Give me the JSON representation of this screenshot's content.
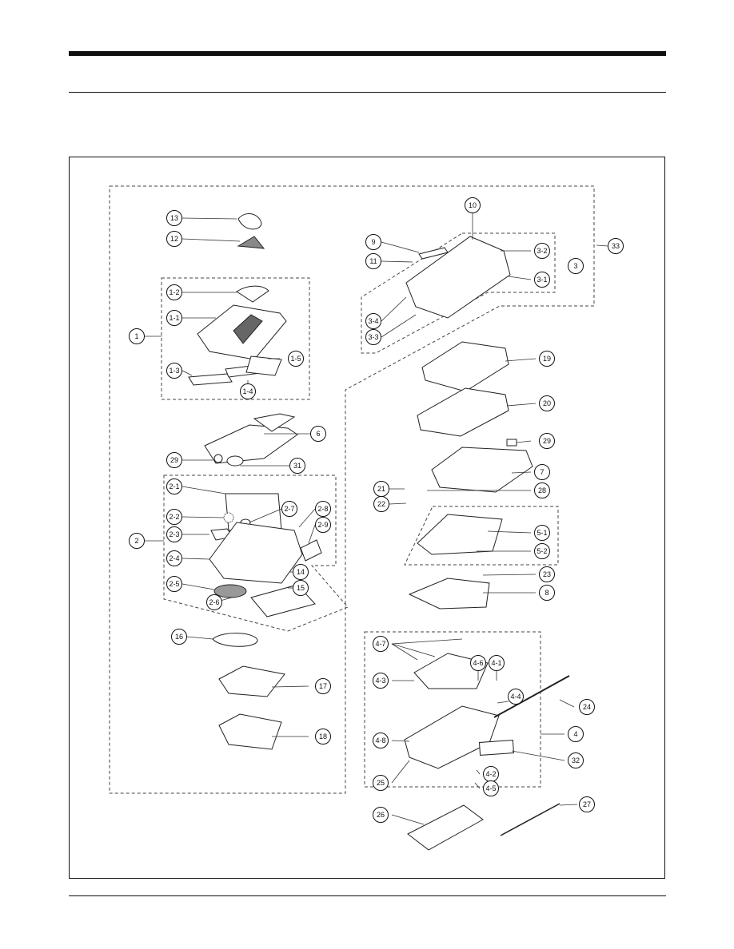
{
  "diagram": {
    "callouts": [
      {
        "id": "c-13",
        "label": "13"
      },
      {
        "id": "c-12",
        "label": "12"
      },
      {
        "id": "c-1-2",
        "label": "1-2"
      },
      {
        "id": "c-1-1",
        "label": "1-1"
      },
      {
        "id": "c-1",
        "label": "1"
      },
      {
        "id": "c-1-3",
        "label": "1-3"
      },
      {
        "id": "c-1-5",
        "label": "1-5"
      },
      {
        "id": "c-1-4",
        "label": "1-4"
      },
      {
        "id": "c-6",
        "label": "6"
      },
      {
        "id": "c-29a",
        "label": "29"
      },
      {
        "id": "c-31",
        "label": "31"
      },
      {
        "id": "c-2-1",
        "label": "2-1"
      },
      {
        "id": "c-2-2",
        "label": "2-2"
      },
      {
        "id": "c-2-7",
        "label": "2-7"
      },
      {
        "id": "c-2-8",
        "label": "2-8"
      },
      {
        "id": "c-2-3",
        "label": "2-3"
      },
      {
        "id": "c-2-9",
        "label": "2-9"
      },
      {
        "id": "c-2",
        "label": "2"
      },
      {
        "id": "c-2-4",
        "label": "2-4"
      },
      {
        "id": "c-14",
        "label": "14"
      },
      {
        "id": "c-2-5",
        "label": "2-5"
      },
      {
        "id": "c-15",
        "label": "15"
      },
      {
        "id": "c-2-6",
        "label": "2-6"
      },
      {
        "id": "c-16",
        "label": "16"
      },
      {
        "id": "c-17",
        "label": "17"
      },
      {
        "id": "c-18",
        "label": "18"
      },
      {
        "id": "c-10",
        "label": "10"
      },
      {
        "id": "c-9",
        "label": "9"
      },
      {
        "id": "c-33",
        "label": "33"
      },
      {
        "id": "c-3-2",
        "label": "3-2"
      },
      {
        "id": "c-11",
        "label": "11"
      },
      {
        "id": "c-3",
        "label": "3"
      },
      {
        "id": "c-3-1",
        "label": "3-1"
      },
      {
        "id": "c-3-4",
        "label": "3-4"
      },
      {
        "id": "c-3-3",
        "label": "3-3"
      },
      {
        "id": "c-19",
        "label": "19"
      },
      {
        "id": "c-20",
        "label": "20"
      },
      {
        "id": "c-29b",
        "label": "29"
      },
      {
        "id": "c-7",
        "label": "7"
      },
      {
        "id": "c-21",
        "label": "21"
      },
      {
        "id": "c-28",
        "label": "28"
      },
      {
        "id": "c-22",
        "label": "22"
      },
      {
        "id": "c-5-1",
        "label": "5-1"
      },
      {
        "id": "c-5-2",
        "label": "5-2"
      },
      {
        "id": "c-23",
        "label": "23"
      },
      {
        "id": "c-8",
        "label": "8"
      },
      {
        "id": "c-4-7",
        "label": "4-7"
      },
      {
        "id": "c-4-6",
        "label": "4-6"
      },
      {
        "id": "c-4-1",
        "label": "4-1"
      },
      {
        "id": "c-4-3",
        "label": "4-3"
      },
      {
        "id": "c-4-4",
        "label": "4-4"
      },
      {
        "id": "c-24",
        "label": "24"
      },
      {
        "id": "c-4",
        "label": "4"
      },
      {
        "id": "c-4-8",
        "label": "4-8"
      },
      {
        "id": "c-32",
        "label": "32"
      },
      {
        "id": "c-4-2",
        "label": "4-2"
      },
      {
        "id": "c-25",
        "label": "25"
      },
      {
        "id": "c-4-5",
        "label": "4-5"
      },
      {
        "id": "c-26",
        "label": "26"
      },
      {
        "id": "c-27",
        "label": "27"
      }
    ]
  }
}
